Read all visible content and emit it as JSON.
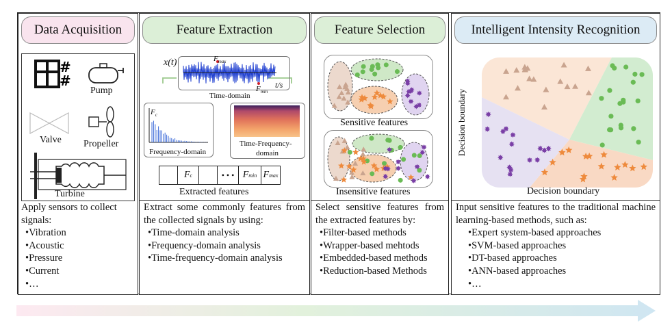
{
  "colors": {
    "acquisition_header": "#f9e4ee",
    "extraction_header": "#dcefd7",
    "selection_header": "#dcefd7",
    "recognition_header": "#dcebf5",
    "triangle_class": "#c9a48f",
    "circle_class": "#6abb55",
    "star_class": "#ee8a3c",
    "flower_class": "#7a3fa6",
    "region_triangle": "#fbe6d6",
    "region_circle": "#d2ecd0",
    "region_star": "#f9d9c4",
    "region_flower": "#e6e1f2"
  },
  "stages": [
    {
      "title": "Data Acquisition",
      "diagram_labels": [
        "Pump",
        "Valve",
        "Propeller",
        "Turbine"
      ],
      "intro": "Apply sensors to collect signals:",
      "items": [
        "Vibration",
        "Acoustic",
        "Pressure",
        "Current",
        "…"
      ]
    },
    {
      "title": "Feature Extraction",
      "signal_axis": "x(t)",
      "time_axis": "t/s",
      "fmax_label": "F",
      "fmax_sub": "max",
      "fmin_label": "F",
      "fmin_sub": "min",
      "fc_label": "F",
      "fc_sub": "c",
      "time_domain_label": "Time-domain",
      "frequency_domain_label": "Frequency-domain",
      "time_frequency_label_1": "Time-Frequency-",
      "time_frequency_label_2": "domain",
      "ellipsis": "• • •",
      "extracted_label": "Extracted features",
      "intro": "Extract some commonly features from the collected signals by using:",
      "items": [
        "Time-domain analysis",
        "Frequency-domain analysis",
        "Time-frequency-domain analysis"
      ]
    },
    {
      "title": "Feature Selection",
      "sensitive_label": "Sensitive features",
      "insensitive_label": "Insensitive features",
      "intro": "Select sensitive features from the extracted features by:",
      "items": [
        "Filter-based methods",
        "Wrapper-based mehtods",
        "Embedded-based methods",
        "Reduction-based Methods"
      ]
    },
    {
      "title": "Intelligent Intensity Recognition",
      "boundary_vertical": "Decision boundary",
      "boundary_horizontal": "Decision boundary",
      "intro": "Input sensitive features to the traditional machine learning-based methods, such as:",
      "items": [
        "Expert system-based approaches",
        "SVM-based approaches",
        "DT-based approaches",
        "ANN-based approaches",
        "…"
      ]
    }
  ]
}
